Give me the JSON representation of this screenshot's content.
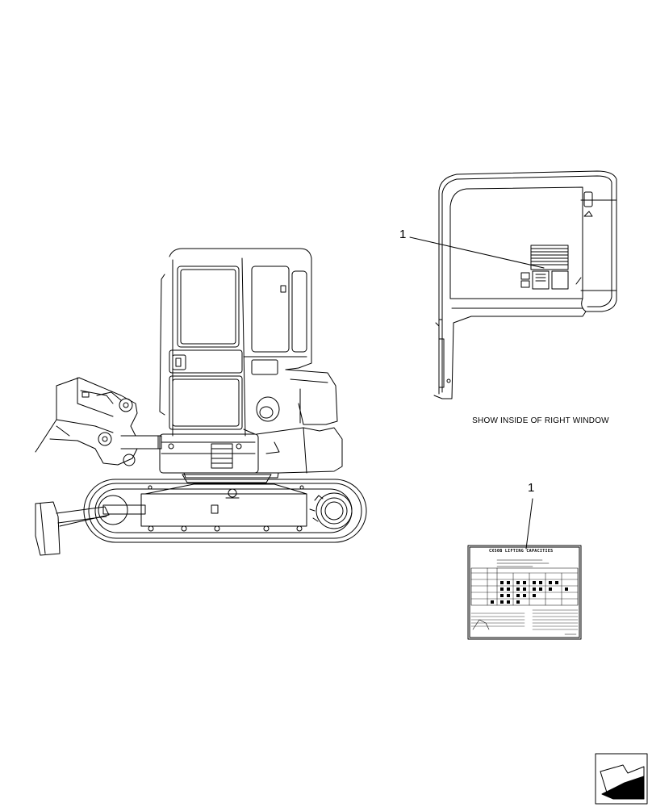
{
  "caption": "SHOW INSIDE OF RIGHT WINDOW",
  "callouts": [
    "1",
    "1"
  ],
  "decal": {
    "title": "CX50B LIFTING CAPACITIES"
  },
  "icons": [
    "excavator-illustration",
    "cab-window-illustration",
    "lifting-capacity-decal",
    "navigation-arrow-icon"
  ]
}
